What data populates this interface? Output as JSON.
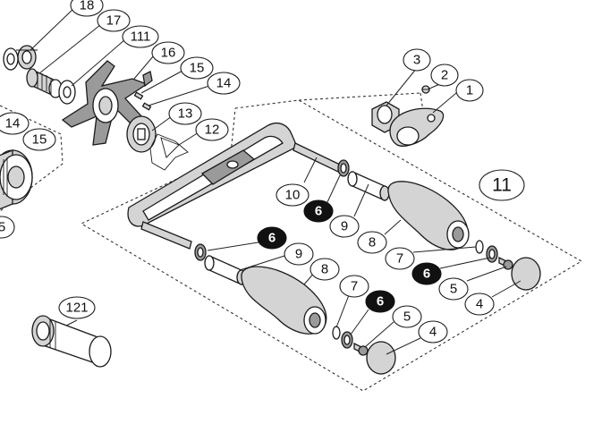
{
  "labels": [
    {
      "id": "l18",
      "text": "18"
    },
    {
      "id": "l17",
      "text": "17"
    },
    {
      "id": "l111",
      "text": "111"
    },
    {
      "id": "l16",
      "text": "16"
    },
    {
      "id": "l15a",
      "text": "15"
    },
    {
      "id": "l14a",
      "text": "14"
    },
    {
      "id": "l13",
      "text": "13"
    },
    {
      "id": "l12",
      "text": "12"
    },
    {
      "id": "l14b",
      "text": "14"
    },
    {
      "id": "l15b",
      "text": "15"
    },
    {
      "id": "l5a",
      "text": "5"
    },
    {
      "id": "l3",
      "text": "3"
    },
    {
      "id": "l2",
      "text": "2"
    },
    {
      "id": "l1",
      "text": "1"
    },
    {
      "id": "l11",
      "text": "11"
    },
    {
      "id": "l10",
      "text": "10"
    },
    {
      "id": "l6a",
      "text": "6"
    },
    {
      "id": "l9a",
      "text": "9"
    },
    {
      "id": "l8a",
      "text": "8"
    },
    {
      "id": "l7a",
      "text": "7"
    },
    {
      "id": "l6b",
      "text": "6"
    },
    {
      "id": "l5b",
      "text": "5"
    },
    {
      "id": "l4a",
      "text": "4"
    },
    {
      "id": "l6c",
      "text": "6"
    },
    {
      "id": "l9b",
      "text": "9"
    },
    {
      "id": "l8b",
      "text": "8"
    },
    {
      "id": "l7b",
      "text": "7"
    },
    {
      "id": "l6d",
      "text": "6"
    },
    {
      "id": "l5c",
      "text": "5"
    },
    {
      "id": "l4b",
      "text": "4"
    },
    {
      "id": "l121",
      "text": "121"
    }
  ]
}
